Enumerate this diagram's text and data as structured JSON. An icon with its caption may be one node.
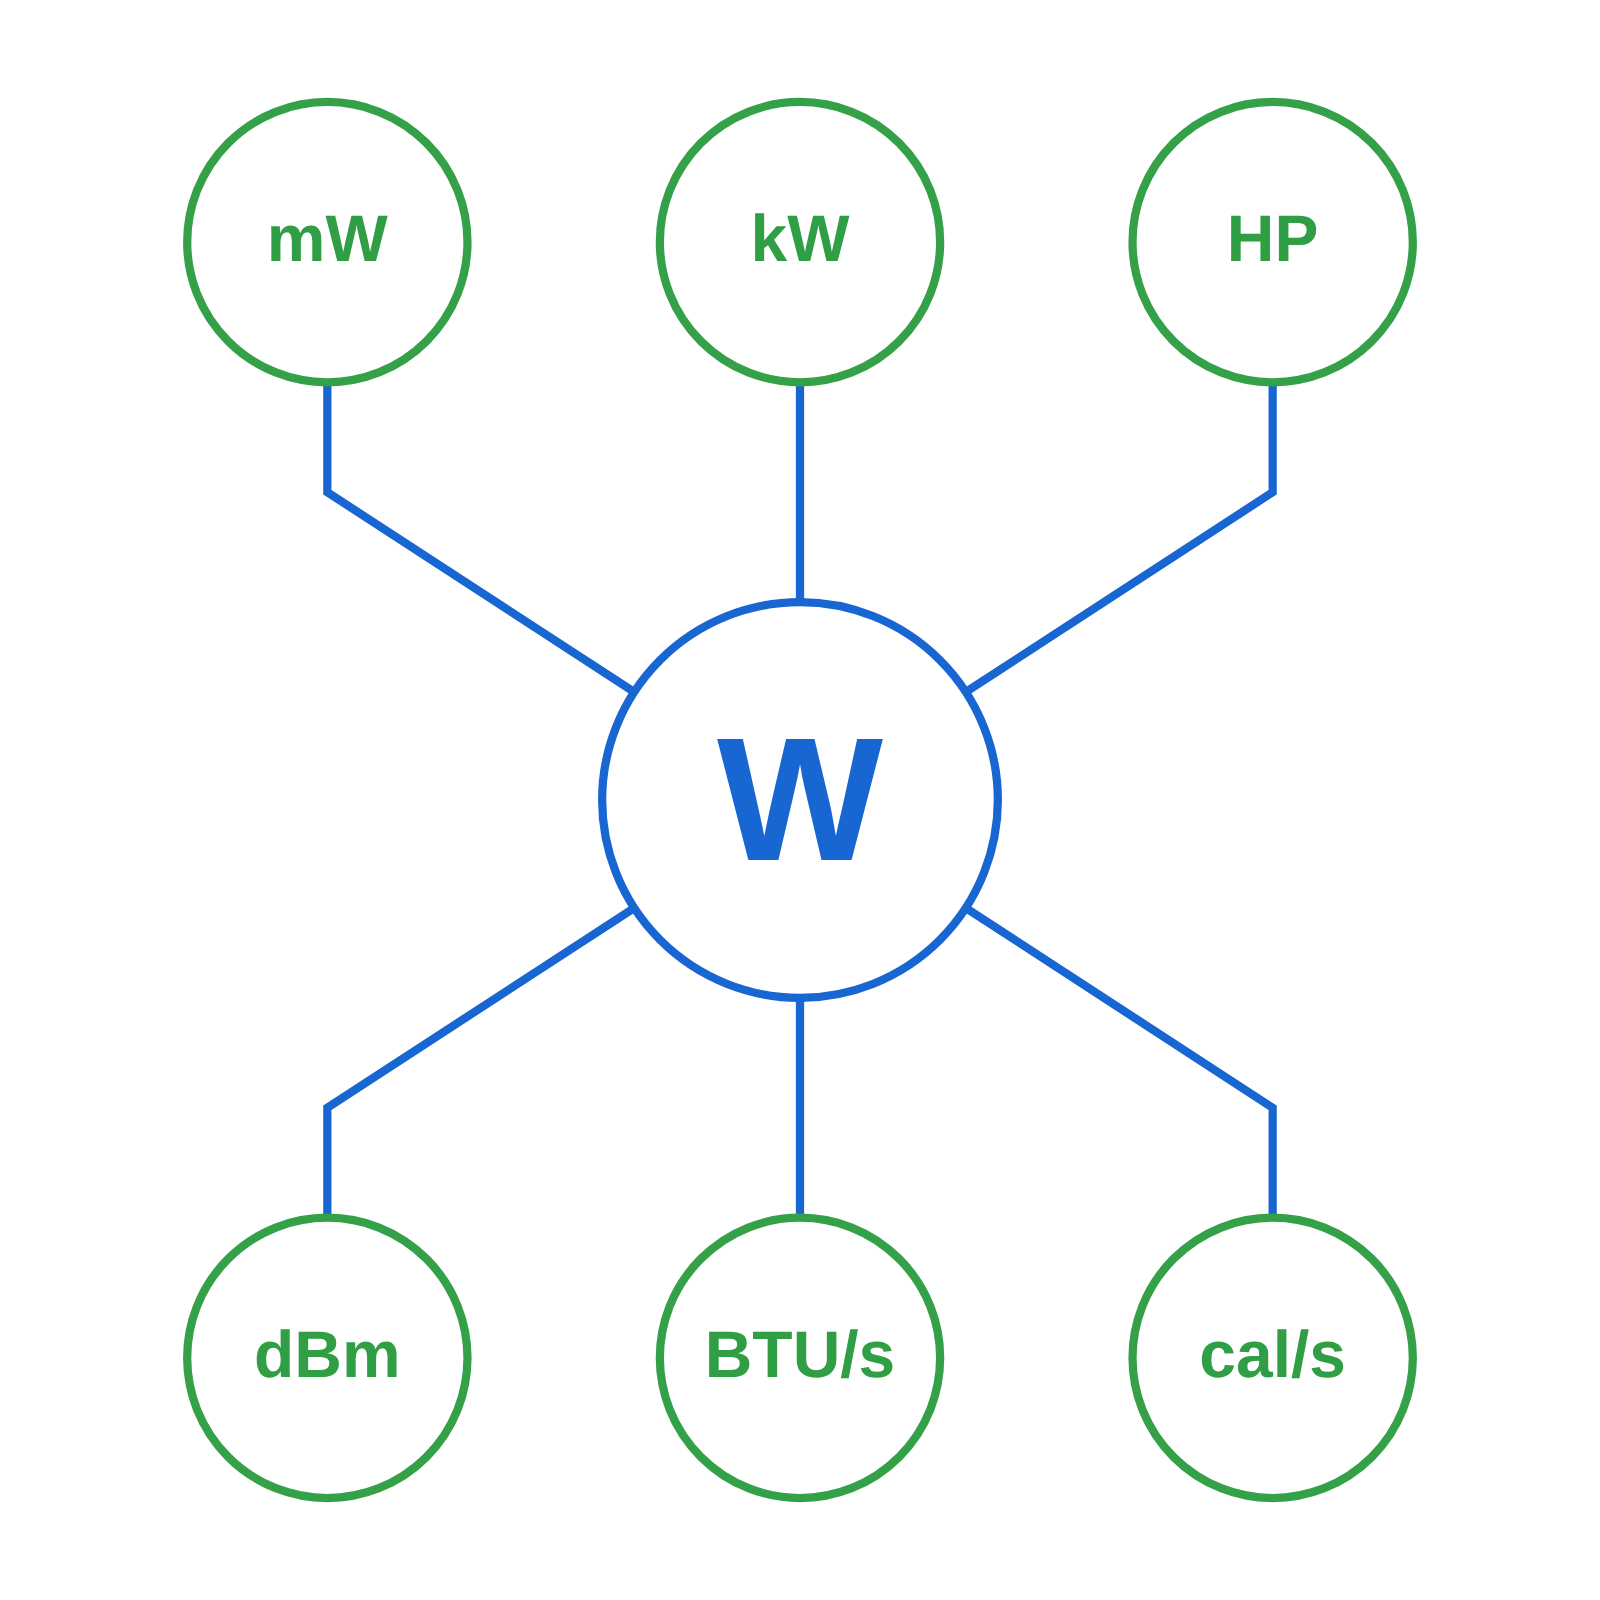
{
  "diagram": {
    "nodes": [
      {
        "text": [
          "kW"
        ]
      },
      {
        "text": [
          "mW"
        ]
      },
      {
        "text": [
          "HP"
        ]
      },
      {
        "text": [
          "W"
        ]
      },
      {
        "text": [
          "dBm"
        ]
      },
      {
        "text": [
          "cal/s"
        ]
      },
      {
        "text": [
          "BTU/s"
        ]
      }
    ],
    "edges": [
      {
        "from": 1,
        "to": 3,
        "arrow": "none"
      },
      {
        "from": 0,
        "to": 3,
        "arrow": "none"
      },
      {
        "from": 2,
        "to": 3,
        "arrow": "none"
      },
      {
        "from": 3,
        "to": 4,
        "arrow": "none"
      },
      {
        "from": 3,
        "to": 6,
        "arrow": "none"
      },
      {
        "from": 3,
        "to": 5,
        "arrow": "none"
      }
    ]
  }
}
